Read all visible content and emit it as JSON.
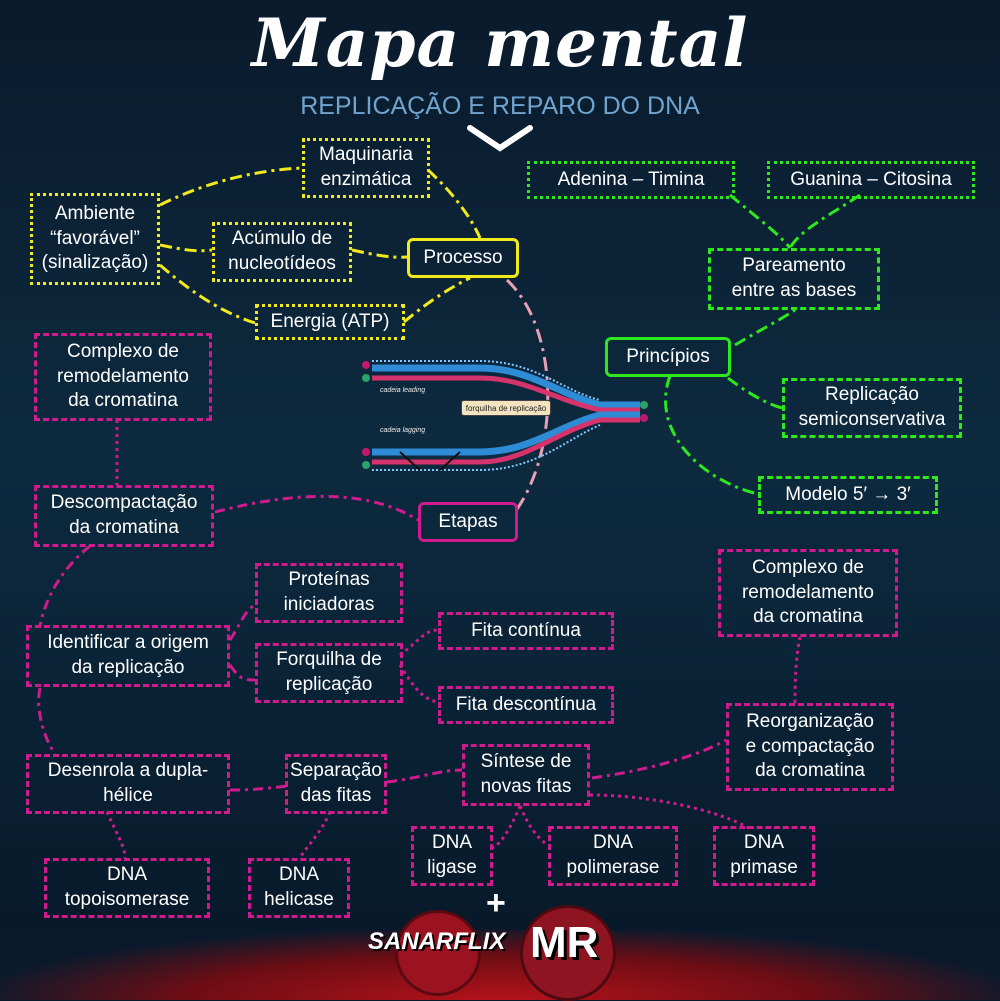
{
  "header": {
    "title": "Mapa mental",
    "subtitle": "REPLICAÇÃO E REPARO DO DNA"
  },
  "nodes": {
    "maquinaria": "Maquinaria\nenzimática",
    "ambiente": "Ambiente\n“favorável”\n(sinalização)",
    "acumulo": "Acúmulo de\nnucleotídeos",
    "processo": "Processo",
    "energia": "Energia (ATP)",
    "adenina": "Adenina – Timina",
    "guanina": "Guanina – Citosina",
    "pareamento": "Pareamento\nentre as bases",
    "principios": "Princípios",
    "replicacao_semi": "Replicação\nsemiconservativa",
    "modelo": "Modelo 5′ → 3′",
    "complexo_top": "Complexo de\nremodelamento\nda cromatina",
    "descompactacao": "Descompactação\nda cromatina",
    "etapas": "Etapas",
    "proteinas": "Proteínas\niniciadoras",
    "identificar": "Identificar a origem\nda replicação",
    "forquilha": "Forquilha de\nreplicação",
    "fita_continua": "Fita contínua",
    "fita_descontinua": "Fita descontínua",
    "complexo_right": "Complexo de\nremodelamento\nda cromatina",
    "reorganizacao": "Reorganização\ne compactação\nda cromatina",
    "desenrola": "Desenrola a dupla-\nhélice",
    "separacao": "Separação\ndas fitas",
    "sintese": "Síntese de\nnovas fitas",
    "dna_ligase": "DNA\nligase",
    "dna_polimerase": "DNA\npolimerase",
    "dna_primase": "DNA\nprimase",
    "dna_topo": "DNA\ntopoisomerase",
    "dna_helicase": "DNA\nhelicase"
  },
  "illustration": {
    "fork_label": "forquilha de replicação",
    "leading_label": "cadeia leading",
    "lagging_label": "cadeia lagging"
  },
  "logos": {
    "sanar": "SANARFLIX",
    "plus": "+",
    "mr": "MR"
  },
  "colors": {
    "yellow": "#f2ea1a",
    "green": "#2ce81d",
    "magenta": "#cf1b8e",
    "pink_line": "#e8a0b4",
    "subtitle": "#6fa4cf"
  }
}
